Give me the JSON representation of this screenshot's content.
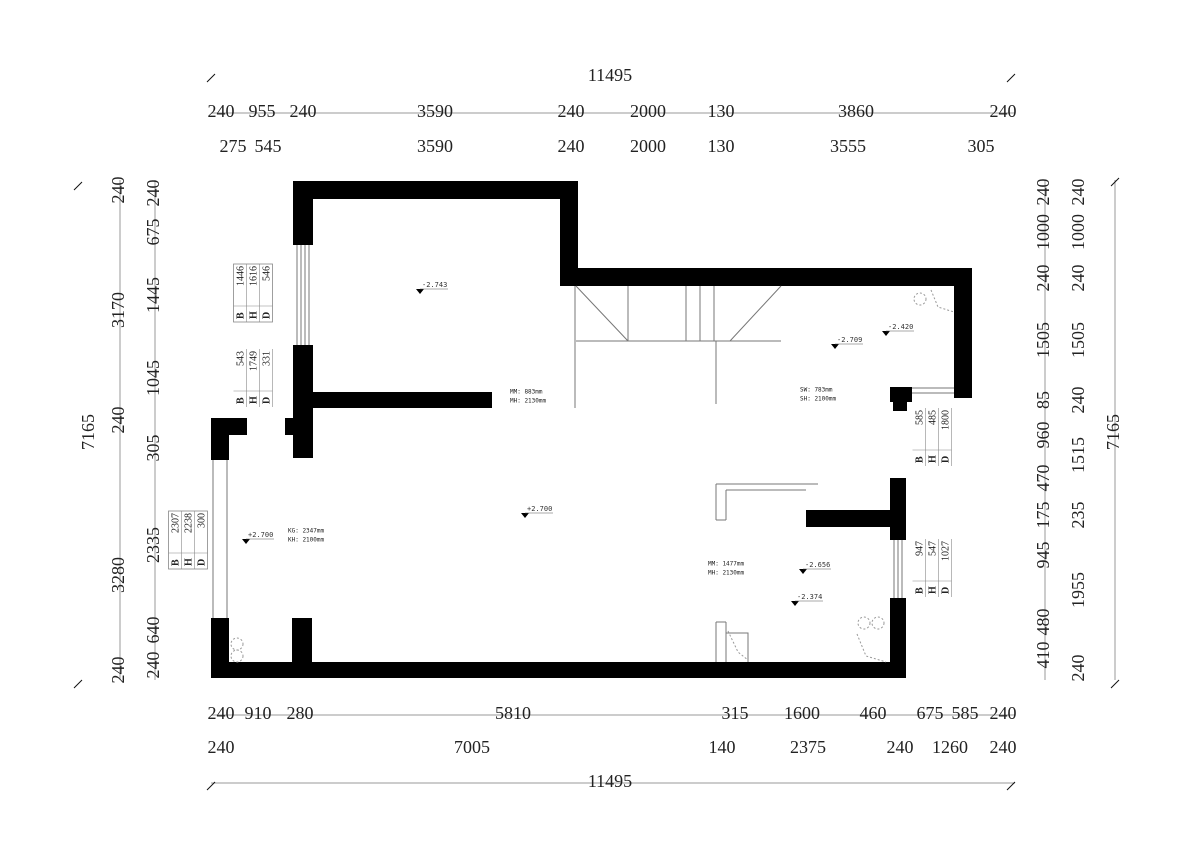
{
  "dimensions": {
    "top_total": "11495",
    "top_row1": [
      "240",
      "955",
      "240",
      "3590",
      "240",
      "2000",
      "130",
      "3860",
      "240"
    ],
    "top_row2": [
      "275",
      "545",
      "3590",
      "240",
      "2000",
      "130",
      "3555",
      "305"
    ],
    "bottom_row1": [
      "240",
      "910",
      "280",
      "5810",
      "315",
      "1600",
      "460",
      "675",
      "585",
      "240"
    ],
    "bottom_row2": [
      "240",
      "7005",
      "140",
      "2375",
      "240",
      "1260",
      "240"
    ],
    "bottom_total": "11495",
    "left_total": "7165",
    "left_col1": [
      "240",
      "3170",
      "240",
      "3280",
      "240"
    ],
    "left_col2": [
      "240",
      "675",
      "1445",
      "1045",
      "305",
      "2335",
      "640",
      "240"
    ],
    "right_col1": [
      "240",
      "1000",
      "240",
      "1505",
      "85",
      "960",
      "470",
      "175",
      "945",
      "480",
      "410"
    ],
    "right_col2": [
      "240",
      "1000",
      "240",
      "1505",
      "240",
      "1515",
      "235",
      "1955",
      "240"
    ],
    "right_total": "7165"
  },
  "elevations": [
    "-2.743",
    "+2.700",
    "+2.700",
    "-2.709",
    "-2.420",
    "-2.656",
    "-2.374"
  ],
  "door_notes": [
    [
      "MM: 883mm",
      "MH: 2130mm"
    ],
    [
      "KG: 2347mm",
      "KH: 2100mm"
    ],
    [
      "SW: 783mm",
      "SH: 2100mm"
    ],
    [
      "MM: 1477mm",
      "MH: 2130mm"
    ]
  ],
  "window_tables": [
    {
      "labels": [
        "B",
        "H",
        "D"
      ],
      "values": [
        "1446",
        "1616",
        "546"
      ]
    },
    {
      "labels": [
        "B",
        "H",
        "D"
      ],
      "values": [
        "543",
        "1749",
        "331"
      ]
    },
    {
      "labels": [
        "B",
        "H",
        "D"
      ],
      "values": [
        "2307",
        "2238",
        "300"
      ]
    },
    {
      "labels": [
        "B",
        "H",
        "D"
      ],
      "values": [
        "585",
        "485",
        "1800"
      ]
    },
    {
      "labels": [
        "B",
        "H",
        "D"
      ],
      "values": [
        "947",
        "547",
        "1027"
      ]
    }
  ]
}
